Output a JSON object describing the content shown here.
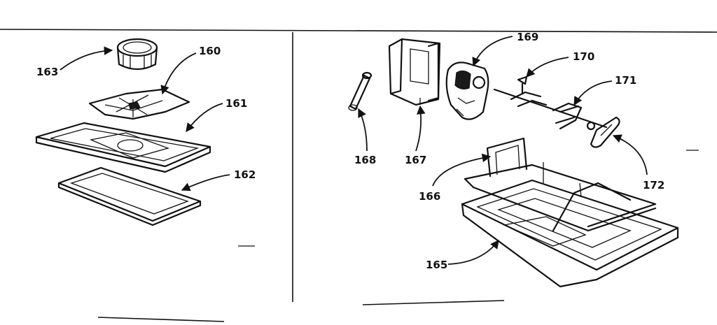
{
  "callouts": {
    "c160": "160",
    "c161": "161",
    "c162": "162",
    "c163": "163",
    "c165": "165",
    "c166": "166",
    "c167": "167",
    "c168": "168",
    "c169": "169",
    "c170": "170",
    "c171": "171",
    "c172": "172"
  }
}
